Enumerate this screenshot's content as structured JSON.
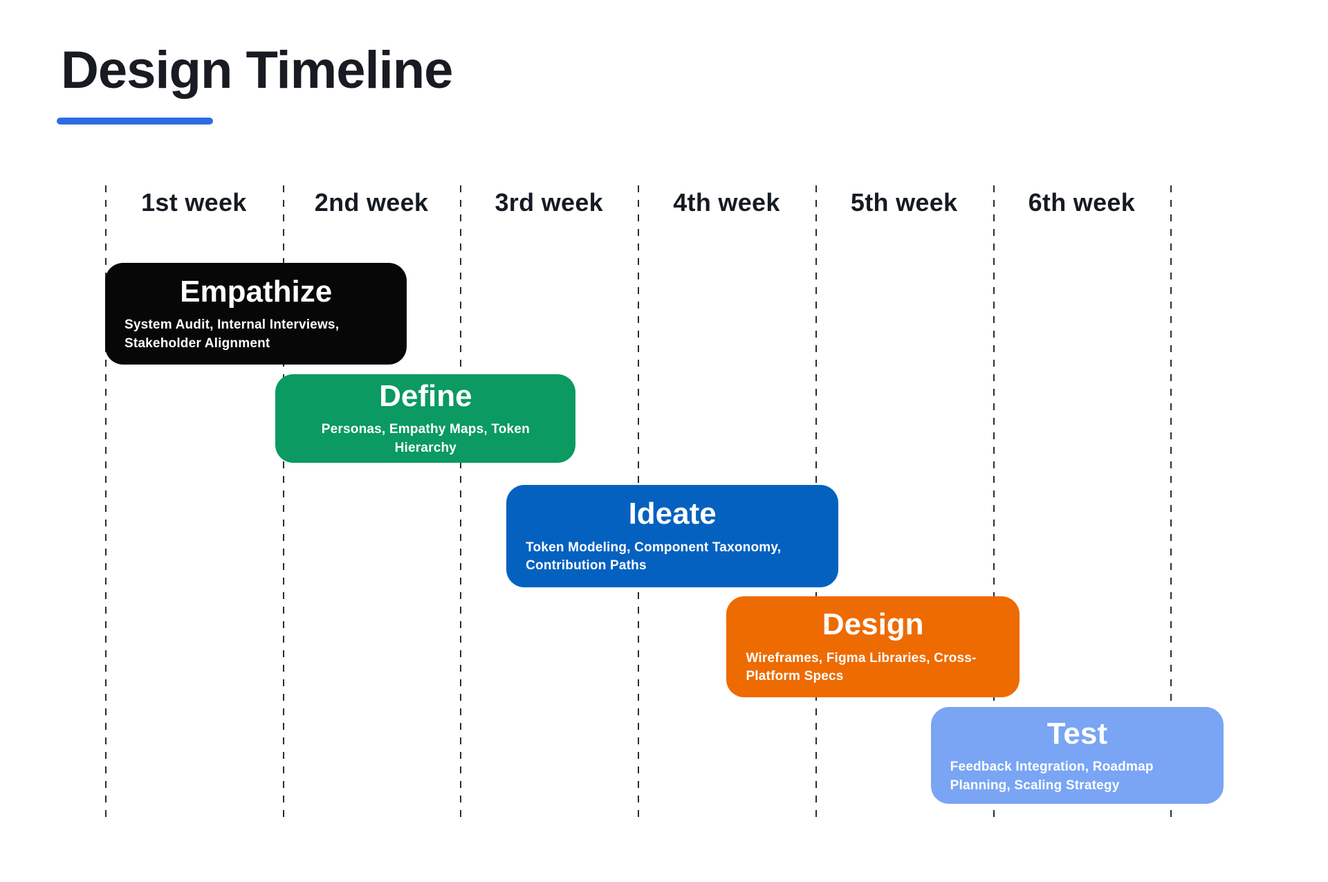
{
  "page": {
    "title": "Design Timeline"
  },
  "accent": {
    "underline_color": "#2e6ce5",
    "gridline_color": "#272c38"
  },
  "chart_data": {
    "type": "gantt",
    "title": "Design Timeline",
    "x_unit": "week",
    "categories": [
      "1st week",
      "2nd week",
      "3rd week",
      "4th week",
      "5th week",
      "6th week"
    ],
    "x_range_weeks": [
      1,
      7
    ],
    "gridlines": "dashed-vertical",
    "legend": "none",
    "tasks": [
      {
        "name": "Empathize",
        "details": "System Audit, Internal Interviews, Stakeholder Alignment",
        "start_week": 1.0,
        "end_week": 2.7,
        "color": "#070707",
        "text_color": "#ffffff",
        "details_align": "left"
      },
      {
        "name": "Define",
        "details": "Personas, Empathy Maps, Token Hierarchy",
        "start_week": 1.96,
        "end_week": 3.65,
        "color": "#0a9a62",
        "text_color": "#ffffff",
        "details_align": "center"
      },
      {
        "name": "Ideate",
        "details": "Token Modeling, Component Taxonomy, Contribution Paths",
        "start_week": 3.26,
        "end_week": 5.13,
        "color": "#0561bf",
        "text_color": "#ffffff",
        "details_align": "left"
      },
      {
        "name": "Design",
        "details": "Wireframes, Figma Libraries, Cross-Platform Specs",
        "start_week": 4.5,
        "end_week": 6.15,
        "color": "#ee6b01",
        "text_color": "#ffffff",
        "details_align": "left"
      },
      {
        "name": "Test",
        "details": "Feedback Integration, Roadmap Planning, Scaling Strategy",
        "start_week": 5.65,
        "end_week": 7.3,
        "color": "#7aa5f4",
        "text_color": "#ffffff",
        "details_align": "left"
      }
    ]
  }
}
